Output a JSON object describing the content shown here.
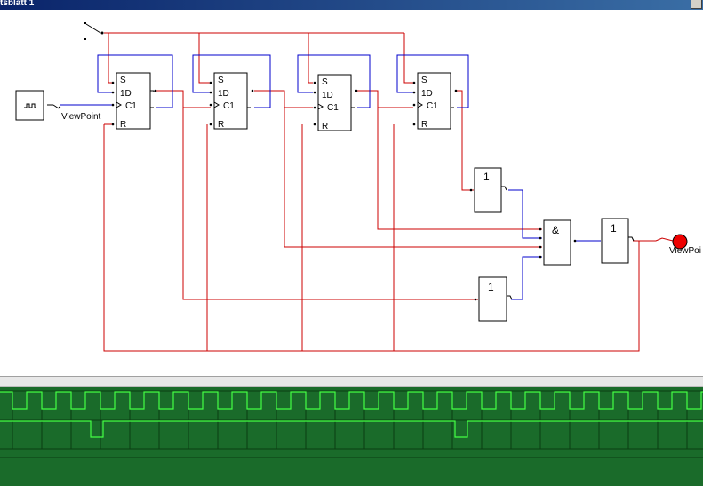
{
  "window": {
    "title_fragment": "tsblatt 1"
  },
  "schematic": {
    "flipflops": [
      {
        "pins": {
          "s": "S",
          "d": "1D",
          "c": "C1",
          "r": "R"
        }
      },
      {
        "pins": {
          "s": "S",
          "d": "1D",
          "c": "C1",
          "r": "R"
        }
      },
      {
        "pins": {
          "s": "S",
          "d": "1D",
          "c": "C1",
          "r": "R"
        }
      },
      {
        "pins": {
          "s": "S",
          "d": "1D",
          "c": "C1",
          "r": "R"
        }
      }
    ],
    "gates": {
      "inverter_top": "1",
      "and_gate": "&",
      "inverter_out": "1",
      "inverter_bottom": "1"
    },
    "labels": {
      "viewpoint_input": "ViewPoint",
      "viewpoint_output": "ViewPoi"
    }
  },
  "colors": {
    "wire_red": "#cc0000",
    "wire_blue": "#0000cc",
    "lamp_red": "#ee0000",
    "scope_bg": "#1a6b2a",
    "scope_grid": "#0b3d12",
    "trace_green": "#44ff44"
  },
  "icons": {
    "clock_generator": "square-wave-icon",
    "switch": "switch-icon",
    "lamp": "red-lamp-icon"
  }
}
